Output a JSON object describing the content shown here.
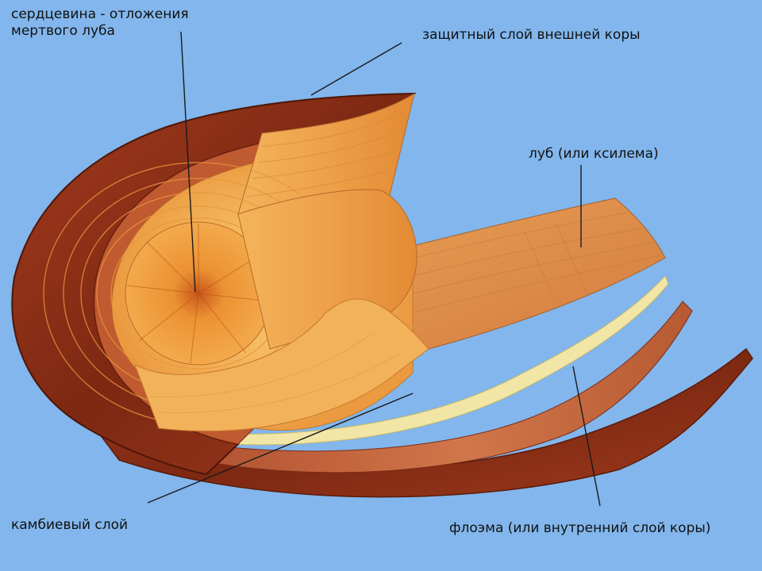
{
  "labels": {
    "heartwood_line1": "сердцевина - отложения",
    "heartwood_line2": "мертвого луба",
    "bark": "защитный слой внешней коры",
    "xylem": "луб (или ксилема)",
    "cambium": "камбиевый слой",
    "phloem": "флоэма (или внутренний слой коры)"
  },
  "colors": {
    "background": "#82b6ec",
    "bark": "#8a2d16",
    "phloem": "#b5532d",
    "cambium": "#f3e7a0",
    "sapwood": "#f0a848",
    "heartwood": "#e07a1e",
    "leader_line": "#1a1a1a"
  }
}
